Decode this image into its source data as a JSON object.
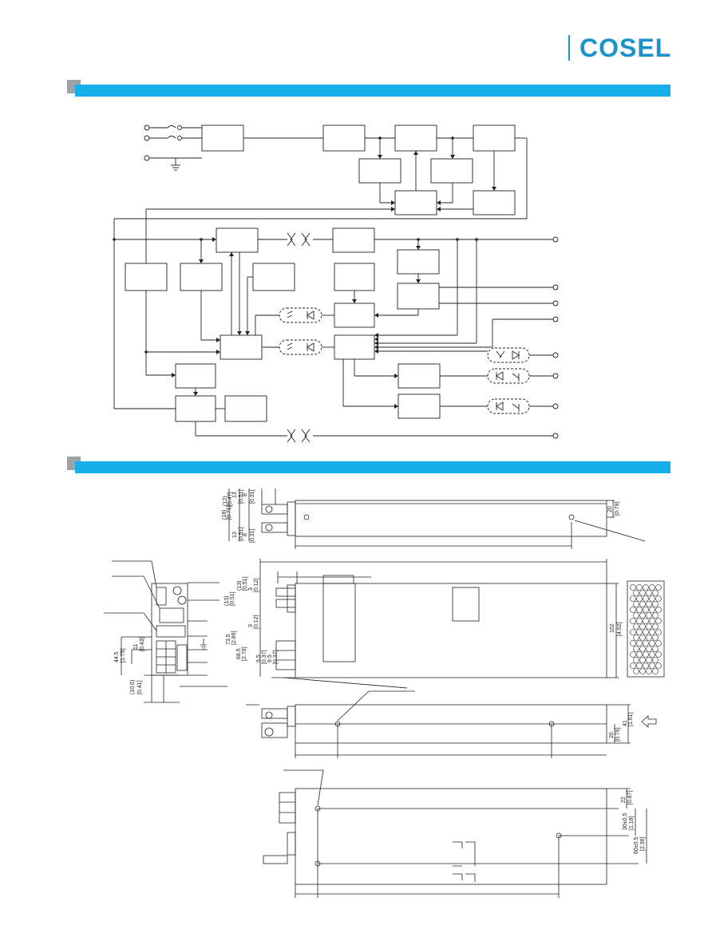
{
  "brand": {
    "logo_text": "COSEL",
    "accent": "#1a93c8",
    "banner_color": "#16aee8",
    "banner_marker": "#9aa3a8"
  },
  "dimensions": {
    "top_view": [
      "13",
      "[0.51]",
      "(12)",
      "[0.47]",
      "(18)",
      "[0.71]",
      "8",
      "[0.31]",
      "13",
      "[0.51]",
      "8",
      "[0.31]",
      "20",
      "[0.79]"
    ],
    "side_view": [
      "(13)",
      "[0.51]",
      "(13)",
      "[0.51]",
      "3",
      "[0.12]",
      "3",
      "[0.12]",
      "73.5",
      "[2.89]",
      "68.5",
      "[2.70]",
      "102",
      "[4.02]",
      "9.5",
      "[0.37]",
      "9.5",
      "[0.37]"
    ],
    "terminal_view": [
      "44.5",
      "[1.75]",
      "11",
      "[0.43]",
      "(10.5)",
      "[0.41]"
    ],
    "front_view": [
      "41",
      "[1.61]",
      "20",
      "[0.79]"
    ],
    "bottom_view": [
      "22",
      "[0.87]",
      "30±0.5",
      "[1.18]",
      "60±0.5",
      "[2.36]"
    ]
  }
}
